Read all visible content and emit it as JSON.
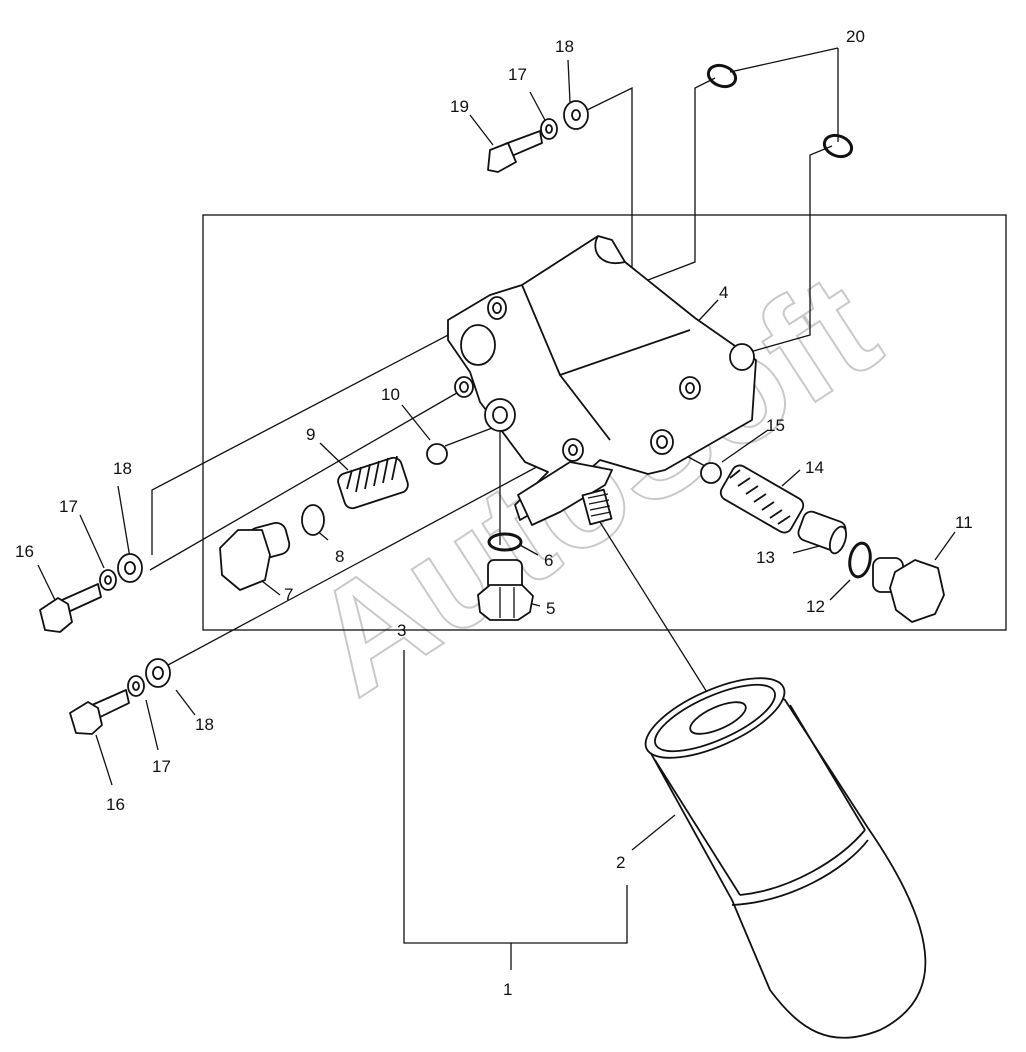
{
  "watermark": "AutoSoft",
  "labels": {
    "p1": "1",
    "p2": "2",
    "p3": "3",
    "p4": "4",
    "p5": "5",
    "p6": "6",
    "p7": "7",
    "p8": "8",
    "p9": "9",
    "p10": "10",
    "p11": "11",
    "p12": "12",
    "p13": "13",
    "p14": "14",
    "p15": "15",
    "p16a": "16",
    "p16b": "16",
    "p17a": "17",
    "p17b": "17",
    "p17c": "17",
    "p18a": "18",
    "p18b": "18",
    "p18c": "18",
    "p19": "19",
    "p20": "20"
  }
}
